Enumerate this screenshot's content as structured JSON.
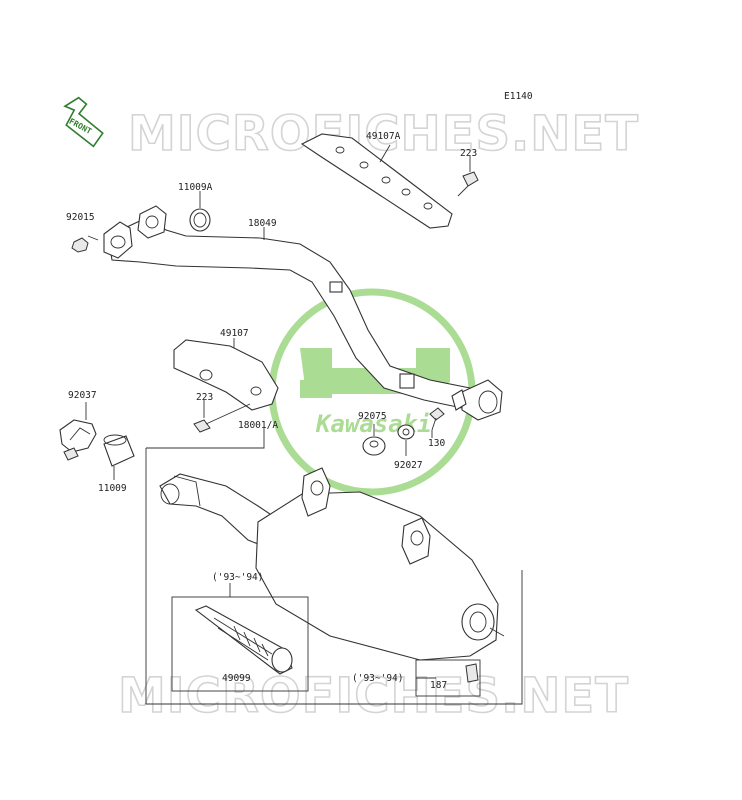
{
  "diagram_id": "E1140",
  "front_label": "FRONT",
  "watermark": {
    "text": "MICROFICHES.NET",
    "logo_text": "Kawasaki",
    "logo_color": "#8fd16f"
  },
  "part_labels": {
    "p49107A": "49107A",
    "p223_top": "223",
    "p11009A": "11009A",
    "p92015": "92015",
    "p18049": "18049",
    "p49107": "49107",
    "p92037": "92037",
    "p223_mid": "223",
    "p18001A": "18001/A",
    "p92075": "92075",
    "p130": "130",
    "p92027": "92027",
    "p11009": "11009",
    "p4909x": "49099",
    "p187": "187"
  },
  "year_notes": {
    "left": "('93~'94)",
    "right": "('93~'94)"
  },
  "colors": {
    "line": "#333333",
    "watermark_outline": "#d4d4d4",
    "logo_green": "#8fd16f",
    "front_arrow": "#2f7d2f"
  }
}
